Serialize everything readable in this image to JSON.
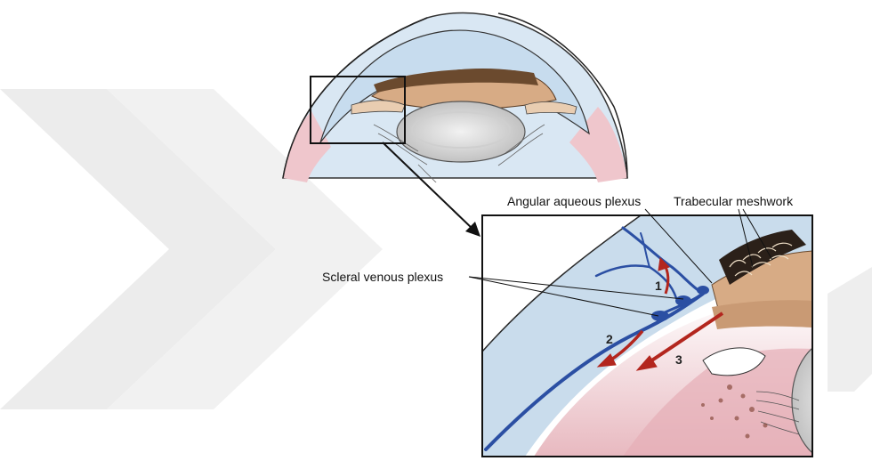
{
  "labels": {
    "angular_aqueous_plexus": "Angular aqueous plexus",
    "trabecular_meshwork": "Trabecular meshwork",
    "scleral_venous_plexus": "Scleral venous plexus"
  },
  "pathway_numbers": [
    "1",
    "2",
    "3"
  ],
  "colors": {
    "vessel": "#2b4fa3",
    "flow_arrow": "#b3261e",
    "cornea": "#c9dcec",
    "iris": "#d9b08c",
    "sclera_pink": "#e8b9c0",
    "watermark": "#e9e9e9"
  }
}
